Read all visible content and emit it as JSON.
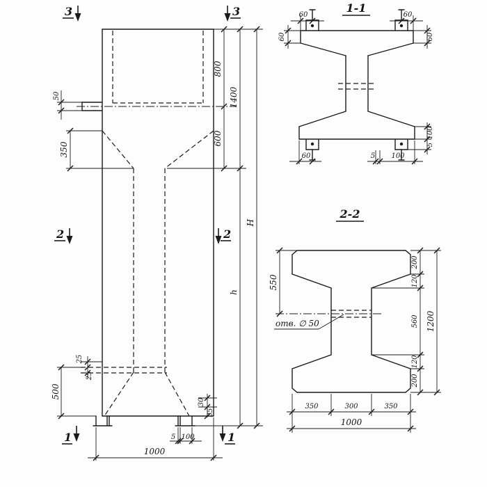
{
  "drawing": {
    "elevation": {
      "markers": {
        "top_left": "3",
        "top_right": "3",
        "mid_left": "2",
        "mid_right": "2",
        "bottom_left": "1",
        "bottom_right": "1"
      },
      "dims": {
        "d50": "50",
        "d350": "350",
        "d800": "800",
        "d600": "600",
        "d1400": "1400",
        "H": "H",
        "h": "h",
        "d500": "500",
        "d25a": "25",
        "d25b": "25",
        "d30": "30",
        "d35": "35",
        "d5": "5",
        "d100": "100",
        "d1000": "1000"
      }
    },
    "section_1_1": {
      "title": "1-1",
      "dims": {
        "top_left_h": "60",
        "top_left_v": "60",
        "top_right_h": "60",
        "top_right_v": "60",
        "bottom_left_h": "60",
        "bottom_right_5": "5",
        "bottom_right_100": "100",
        "right_100": "100",
        "right_5": "5"
      }
    },
    "section_2_2": {
      "title": "2-2",
      "hole_label": "отв. ∅ 50",
      "dims": {
        "left_550": "550",
        "right_200_top": "200",
        "right_120_top": "120",
        "right_560": "560",
        "right_120_bottom": "120",
        "right_200_bottom": "200",
        "right_1200": "1200",
        "bottom_350_left": "350",
        "bottom_300": "300",
        "bottom_350_right": "350",
        "bottom_1000": "1000"
      }
    }
  }
}
